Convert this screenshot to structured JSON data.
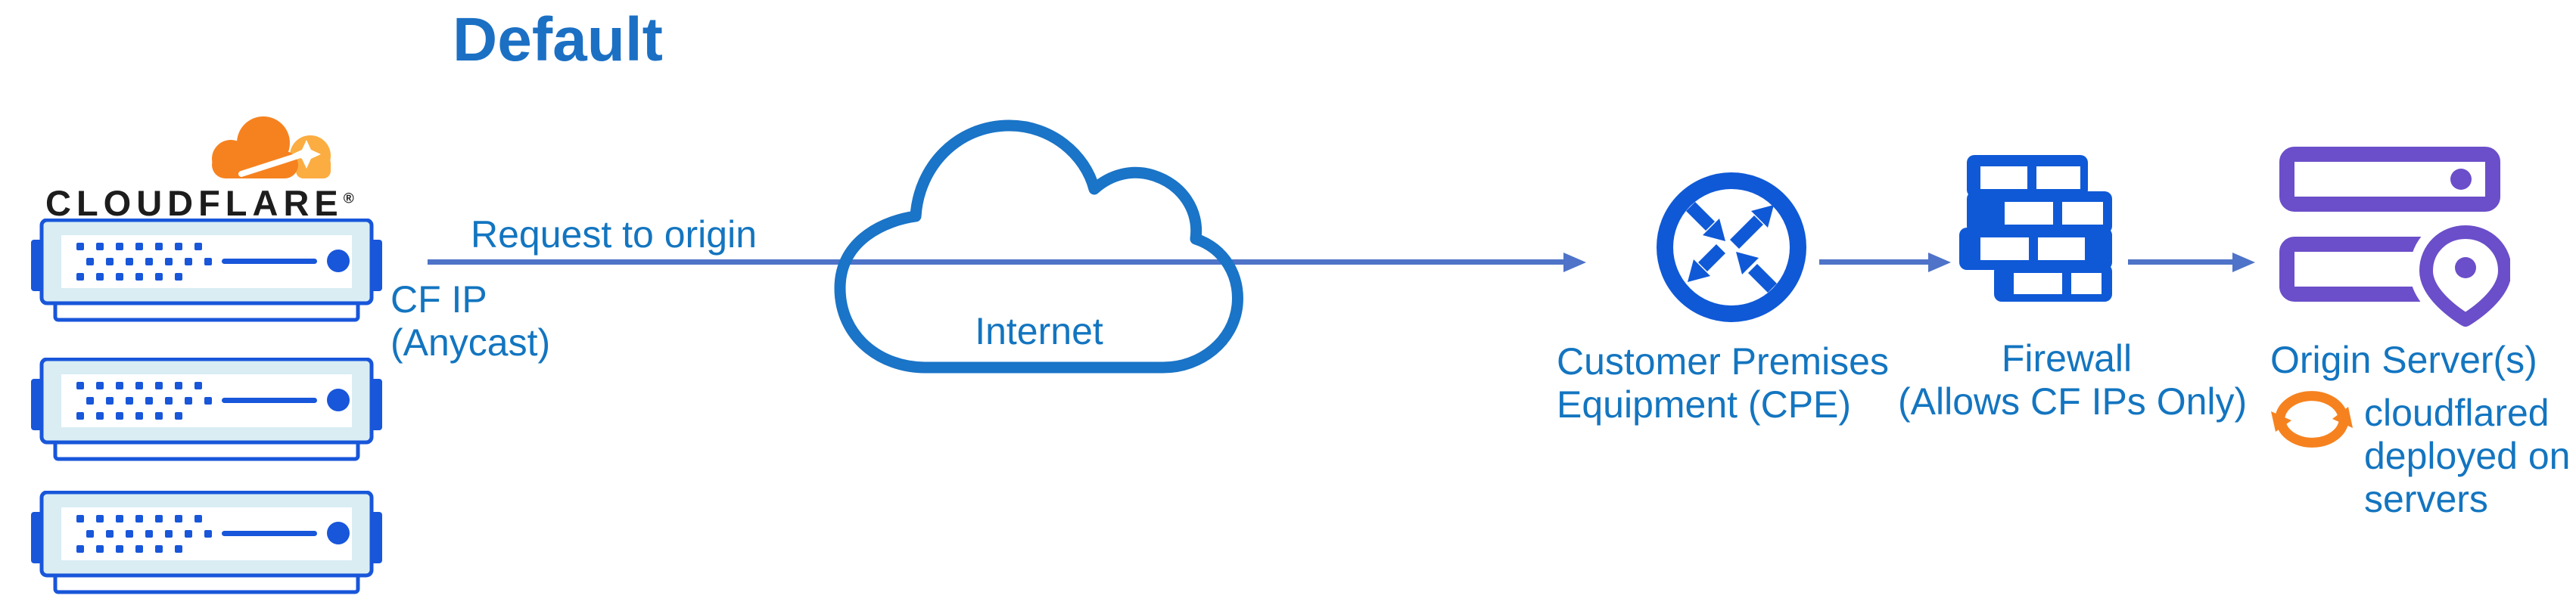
{
  "title": "Default",
  "cloudflare": {
    "wordmark": "CLOUDFLARE",
    "registered": "®",
    "logo_icon": "cloudflare-cloud-icon",
    "edge_server_count": 3
  },
  "request_arrow": {
    "label": "Request to origin",
    "sublabel_line1": "CF IP",
    "sublabel_line2": "(Anycast)"
  },
  "internet": {
    "label": "Internet",
    "icon": "internet-cloud-icon"
  },
  "cpe": {
    "icon": "router-icon",
    "label_line1": "Customer Premises",
    "label_line2": "Equipment (CPE)"
  },
  "firewall": {
    "icon": "brick-wall-icon",
    "label_line1": "Firewall",
    "label_line2": "(Allows CF IPs Only)"
  },
  "origin": {
    "icon": "origin-servers-location-icon",
    "label": "Origin Server(s)"
  },
  "cloudflared": {
    "icon": "sync-arrows-icon",
    "line1": "cloudflared",
    "line2": "deployed on",
    "line3": "servers"
  },
  "colors": {
    "title_blue": "#1b70c4",
    "text_blue": "#1375c0",
    "icon_blue": "#0f59d7",
    "server_blue": "#1856da",
    "server_pale_fill": "#d9edf3",
    "cloud_stroke_blue": "#1a74c7",
    "arrow_slate_blue": "#4e73c8",
    "brand_orange": "#f6821f",
    "brand_orange_light": "#fbad41",
    "origin_purple": "#6b4ec9",
    "wordmark_black": "#1d1d1d",
    "background": "#ffffff"
  }
}
